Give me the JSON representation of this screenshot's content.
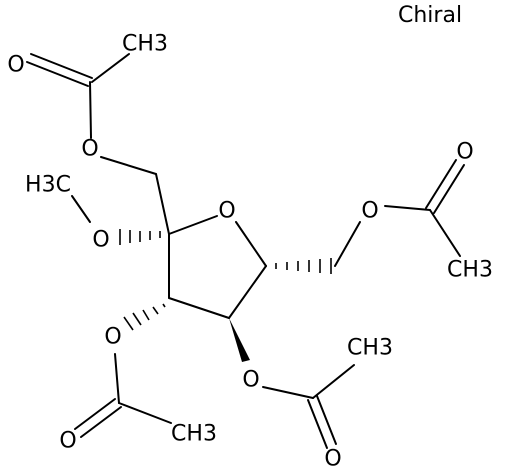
{
  "diagram": {
    "chirality_label": "Chiral",
    "atom_labels": {
      "o_ring": "O",
      "o_ester_top": "O",
      "o_carbonyl_top": "O",
      "ch3_top": "CH3",
      "o_methoxy": "O",
      "ch3_methoxy": "H3C",
      "o_ester_right": "O",
      "o_carbonyl_right": "O",
      "ch3_right": "CH3",
      "o_ester_c3": "O",
      "o_carbonyl_c3": "O",
      "ch3_c3": "CH3",
      "o_ester_c4": "O",
      "o_carbonyl_c4": "O",
      "ch3_c4": "CH3"
    }
  }
}
